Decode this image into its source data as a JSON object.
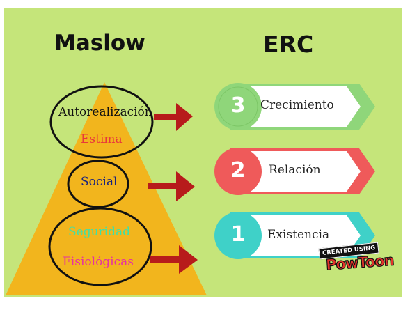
{
  "maslow": {
    "title": "Maslow",
    "levels": [
      {
        "label": "Autorealización",
        "color": "#111111"
      },
      {
        "label": "Estima",
        "color": "#e8373c"
      },
      {
        "label": "Social",
        "color": "#1a237e"
      },
      {
        "label": "Seguridad",
        "color": "#3fe0a8"
      },
      {
        "label": "Fisiológicas",
        "color": "#e62fa5"
      }
    ]
  },
  "erc": {
    "title": "ERC",
    "items": [
      {
        "number": "3",
        "label": "Crecimiento",
        "color": "#8fd67a"
      },
      {
        "number": "2",
        "label": "Relación",
        "color": "#ef5a5a"
      },
      {
        "number": "1",
        "label": "Existencia",
        "color": "#3fd1c8"
      }
    ]
  },
  "colors": {
    "background": "#c5e57a",
    "pyramid": "#f2b51d",
    "arrow": "#b71b1b"
  },
  "logo": {
    "top_text": "CREATED USING",
    "main_text": "PowToon"
  }
}
